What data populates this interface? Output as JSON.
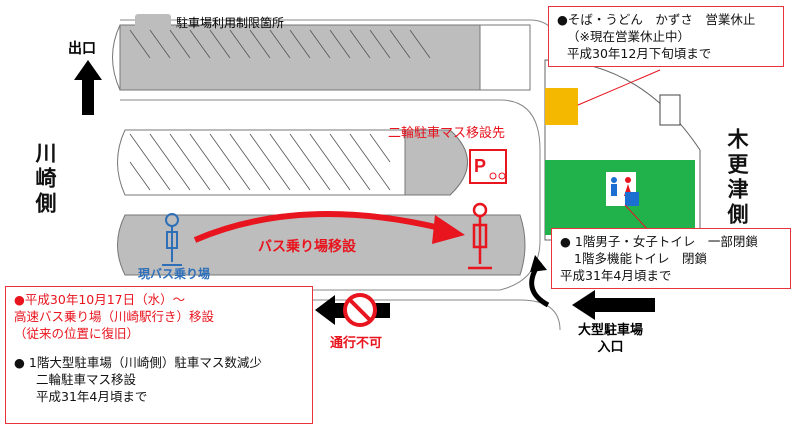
{
  "legend": {
    "restricted_area_label": "駐車場利用制限箇所",
    "restricted_color": "#bdbdbd"
  },
  "labels": {
    "exit": "出口",
    "kawasaki_side": "川崎側",
    "kisarazu_side": "木更津側",
    "bike_parking_new": "二輪駐車マス移設先",
    "bus_stop_move": "バス乗り場移設",
    "current_bus_stop": "現バス乗り場",
    "no_entry": "通行不可",
    "large_parking_entrance_line1": "大型駐車場",
    "large_parking_entrance_line2": "入口",
    "parking_sign": "P"
  },
  "notices": {
    "soba": {
      "line1": "●そば・うどん　かずさ　営業休止",
      "line2": "（※現在営業休止中）",
      "line3": "平成30年12月下旬頃まで"
    },
    "toilet": {
      "line1": "●  1階男子・女子トイレ　一部閉鎖",
      "line2": "1階多機能トイレ　閉鎖",
      "line3": "平成31年4月頃まで"
    },
    "bus": {
      "line1": "●平成30年10月17日（水）～",
      "line2": "高速バス乗り場（川崎駅行き）移設",
      "line3": "（従来の位置に復旧）",
      "line4": "●  1階大型駐車場（川崎側）駐車マス数減少",
      "line5": "二輪駐車マス移設",
      "line6": "平成31年4月頃まで"
    }
  },
  "colors": {
    "accent_red": "#e8141e",
    "toilet_area": "#22b24c",
    "shop_area": "#f5b800",
    "bus_blue": "#2e6fb8"
  }
}
